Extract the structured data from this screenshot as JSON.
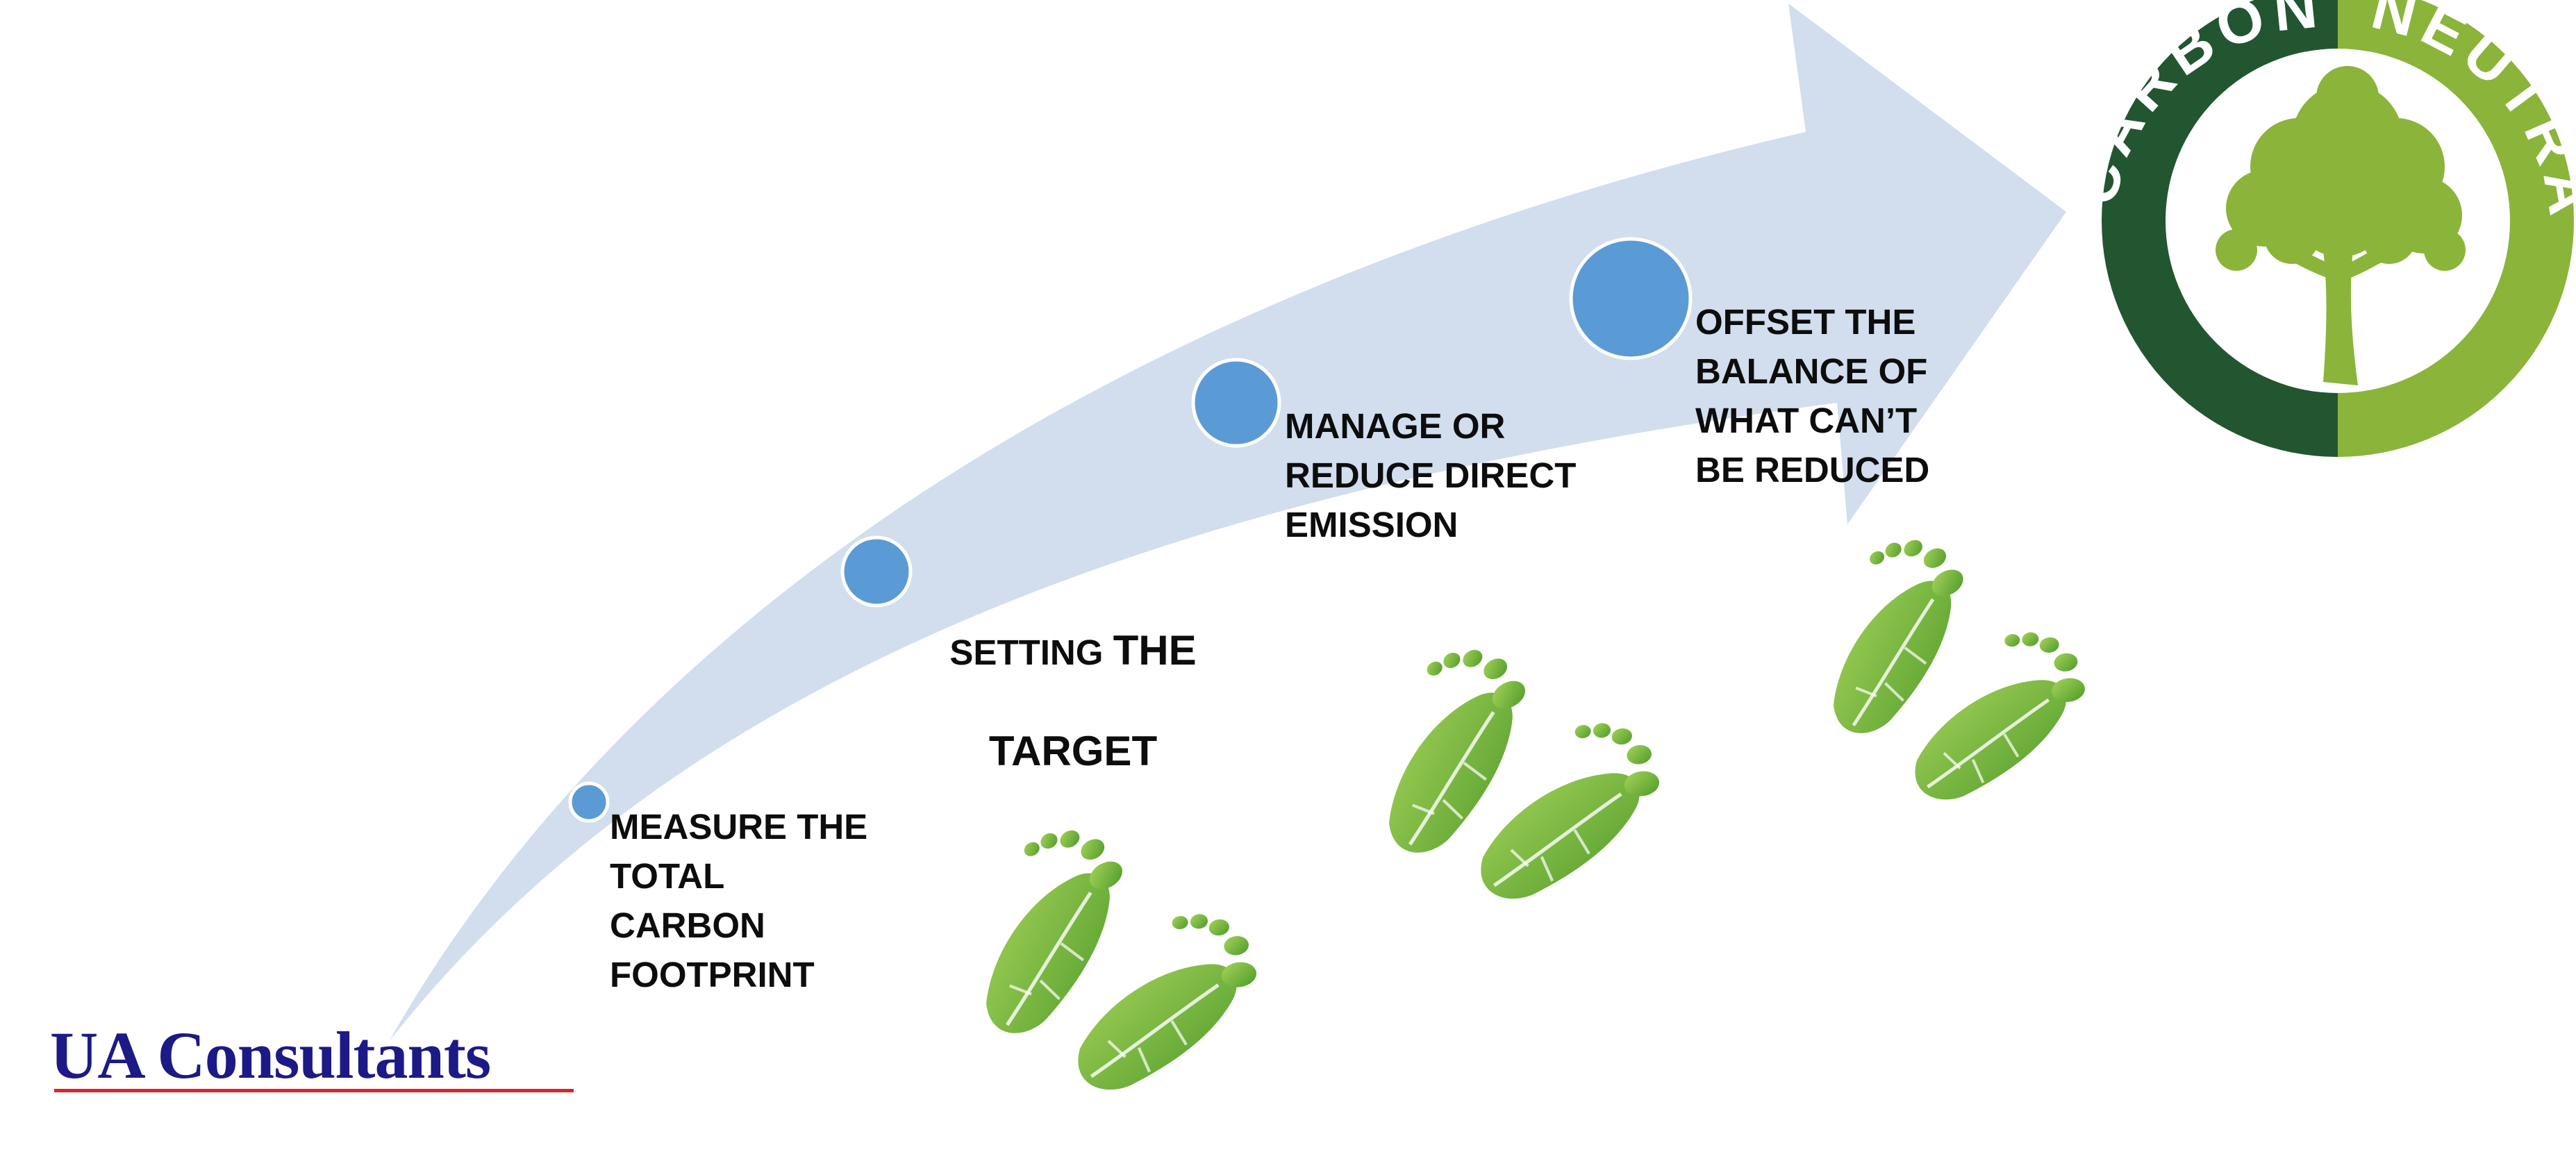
{
  "steps": [
    {
      "label": "MEASURE THE\nTOTAL\nCARBON\nFOOTPRINT"
    },
    {
      "label_part1": "SETTING ",
      "label_part2": "THE",
      "label_part3": "TARGET"
    },
    {
      "label": "MANAGE OR\nREDUCE DIRECT\nEMISSION"
    },
    {
      "label": "OFFSET THE\nBALANCE OF\nWHAT CAN’T\nBE REDUCED"
    }
  ],
  "badge": {
    "left_word": "CARBON",
    "right_word": "NEUTRAL",
    "colors": {
      "dark": "#225630",
      "light": "#8bb43a"
    }
  },
  "logo": {
    "text": "UA Consultants",
    "color": "#1c1a86",
    "underline_color": "#d9252b"
  },
  "colors": {
    "arrow": "#d2deee",
    "dot": "#5b9bd5",
    "leaf": "#6fb33c"
  }
}
